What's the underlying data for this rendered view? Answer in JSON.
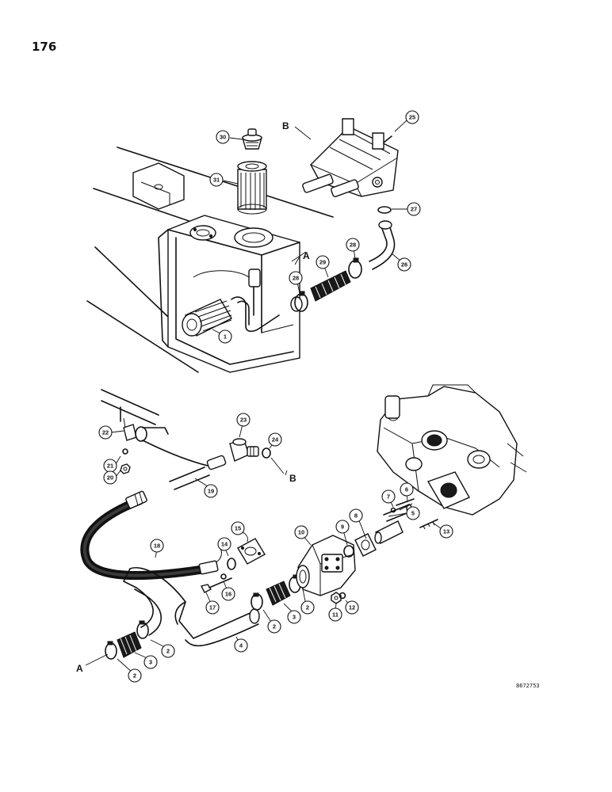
{
  "page_number": "176",
  "drawing_code": "8672753",
  "reference_letters": [
    "A",
    "B"
  ],
  "callouts": [
    "1",
    "2",
    "3",
    "4",
    "5",
    "6",
    "7",
    "8",
    "9",
    "10",
    "11",
    "12",
    "13",
    "14",
    "15",
    "16",
    "17",
    "18",
    "19",
    "20",
    "21",
    "22",
    "23",
    "24",
    "25",
    "26",
    "27",
    "28",
    "29",
    "30",
    "31"
  ]
}
